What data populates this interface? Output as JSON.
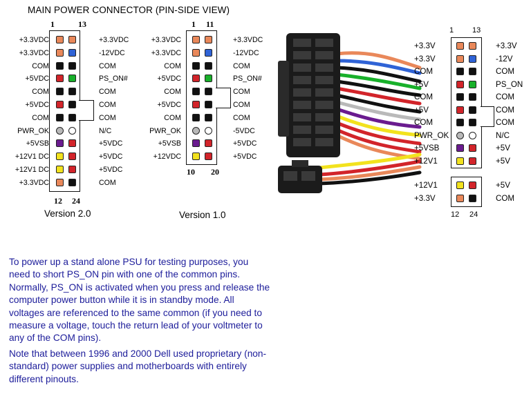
{
  "title": "MAIN POWER CONNECTOR  (PIN-SIDE VIEW)",
  "colors": {
    "orange": "#e9885a",
    "blue": "#2f63d6",
    "black": "#111111",
    "red": "#d2242a",
    "green": "#18b02a",
    "gray": "#b9b9b9",
    "white": "#ffffff",
    "purple": "#6a1b8f",
    "yellow": "#f2e21e",
    "text_blue": "#1c1c9a"
  },
  "v2": {
    "label": "Version 2.0",
    "top_left_num": "1",
    "top_right_num": "13",
    "bottom_left_num": "12",
    "bottom_right_num": "24",
    "left_labels": [
      "+3.3VDC",
      "+3.3VDC",
      "COM",
      "+5VDC",
      "COM",
      "+5VDC",
      "COM",
      "PWR_OK",
      "+5VSB",
      "+12V1 DC",
      "+12V1 DC",
      "+3.3VDC"
    ],
    "right_labels": [
      "+3.3VDC",
      "-12VDC",
      "COM",
      "PS_ON#",
      "COM",
      "COM",
      "COM",
      "N/C",
      "+5VDC",
      "+5VDC",
      "+5VDC",
      "COM"
    ],
    "left_colors": [
      "orange",
      "orange",
      "black",
      "red",
      "black",
      "red",
      "black",
      "gray",
      "purple",
      "yellow",
      "yellow",
      "orange"
    ],
    "right_colors": [
      "orange",
      "blue",
      "black",
      "green",
      "black",
      "black",
      "black",
      "white",
      "red",
      "red",
      "red",
      "black"
    ]
  },
  "v1": {
    "label": "Version 1.0",
    "top_left_num": "1",
    "top_right_num": "11",
    "bottom_left_num": "10",
    "bottom_right_num": "20",
    "left_labels": [
      "+3.3VDC",
      "+3.3VDC",
      "COM",
      "+5VDC",
      "COM",
      "+5VDC",
      "COM",
      "PWR_OK",
      "+5VSB",
      "+12VDC"
    ],
    "right_labels": [
      "+3.3VDC",
      "-12VDC",
      "COM",
      "PS_ON#",
      "COM",
      "COM",
      "COM",
      "-5VDC",
      "+5VDC",
      "+5VDC"
    ],
    "left_colors": [
      "orange",
      "orange",
      "black",
      "red",
      "black",
      "red",
      "black",
      "gray",
      "purple",
      "yellow"
    ],
    "right_colors": [
      "orange",
      "blue",
      "black",
      "green",
      "black",
      "black",
      "black",
      "white",
      "red",
      "red"
    ]
  },
  "v3": {
    "top_left_num": "1",
    "top_right_num": "13",
    "bottom_left_num": "12",
    "bottom_right_num": "24",
    "left_labels": [
      "+3.3V",
      "+3.3V",
      "COM",
      "+5V",
      "COM",
      "+5V",
      "COM",
      "PWR_OK",
      "+5VSB",
      "+12V1"
    ],
    "right_labels": [
      "+3.3V",
      "-12V",
      "COM",
      "PS_ON",
      "COM",
      "COM",
      "COM",
      "N/C",
      "+5V",
      "+5V"
    ],
    "left_colors": [
      "orange",
      "orange",
      "black",
      "red",
      "black",
      "red",
      "black",
      "gray",
      "purple",
      "yellow"
    ],
    "right_colors": [
      "orange",
      "blue",
      "black",
      "green",
      "black",
      "black",
      "black",
      "white",
      "red",
      "red"
    ],
    "bottom_left_labels": [
      "+12V1",
      "+3.3V"
    ],
    "bottom_right_labels": [
      "+5V",
      "COM"
    ],
    "bottom_left_colors": [
      "yellow",
      "orange"
    ],
    "bottom_right_colors": [
      "red",
      "black"
    ]
  },
  "description": [
    "To power up a stand alone PSU for testing purposes, you need to short PS_ON pin with one of the common pins. Normally, PS_ON is activated when you press and release the computer power button while it is in standby mode. All voltages are referenced to the same common (if you need to measure a voltage, touch the return lead of your voltmeter to any of the COM pins).",
    "Note that between 1996 and 2000 Dell used proprietary (non-standard) power supplies and motherboards with entirely different pinouts."
  ]
}
